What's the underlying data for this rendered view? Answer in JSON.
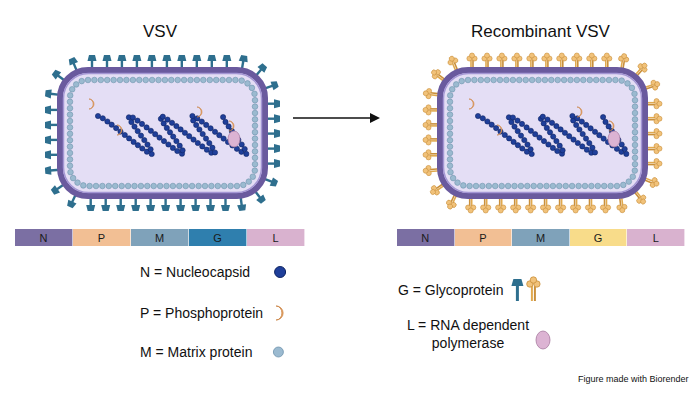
{
  "diagram": {
    "nodes": [
      {
        "text": [
          "N"
        ]
      },
      {
        "text": [
          "P"
        ]
      },
      {
        "text": [
          "M"
        ]
      },
      {
        "text": [
          "G"
        ]
      },
      {
        "text": [
          "L"
        ]
      },
      {
        "text": [
          "N"
        ]
      },
      {
        "text": [
          "P"
        ]
      },
      {
        "text": [
          "M"
        ]
      },
      {
        "text": [
          "G"
        ]
      },
      {
        "text": [
          "L"
        ]
      }
    ],
    "labels": [
      "VSV",
      "Recombinant VSV",
      "Figure made with Biorender"
    ],
    "legend": [
      {
        "text": "N = Nucleocapsid"
      },
      {
        "text": "P = Phosphoprotein"
      },
      {
        "text": "M = Matrix protein"
      },
      {
        "text": "G = Glycoprotein"
      },
      {
        "text": "L = RNA dependent polymerase"
      }
    ]
  }
}
